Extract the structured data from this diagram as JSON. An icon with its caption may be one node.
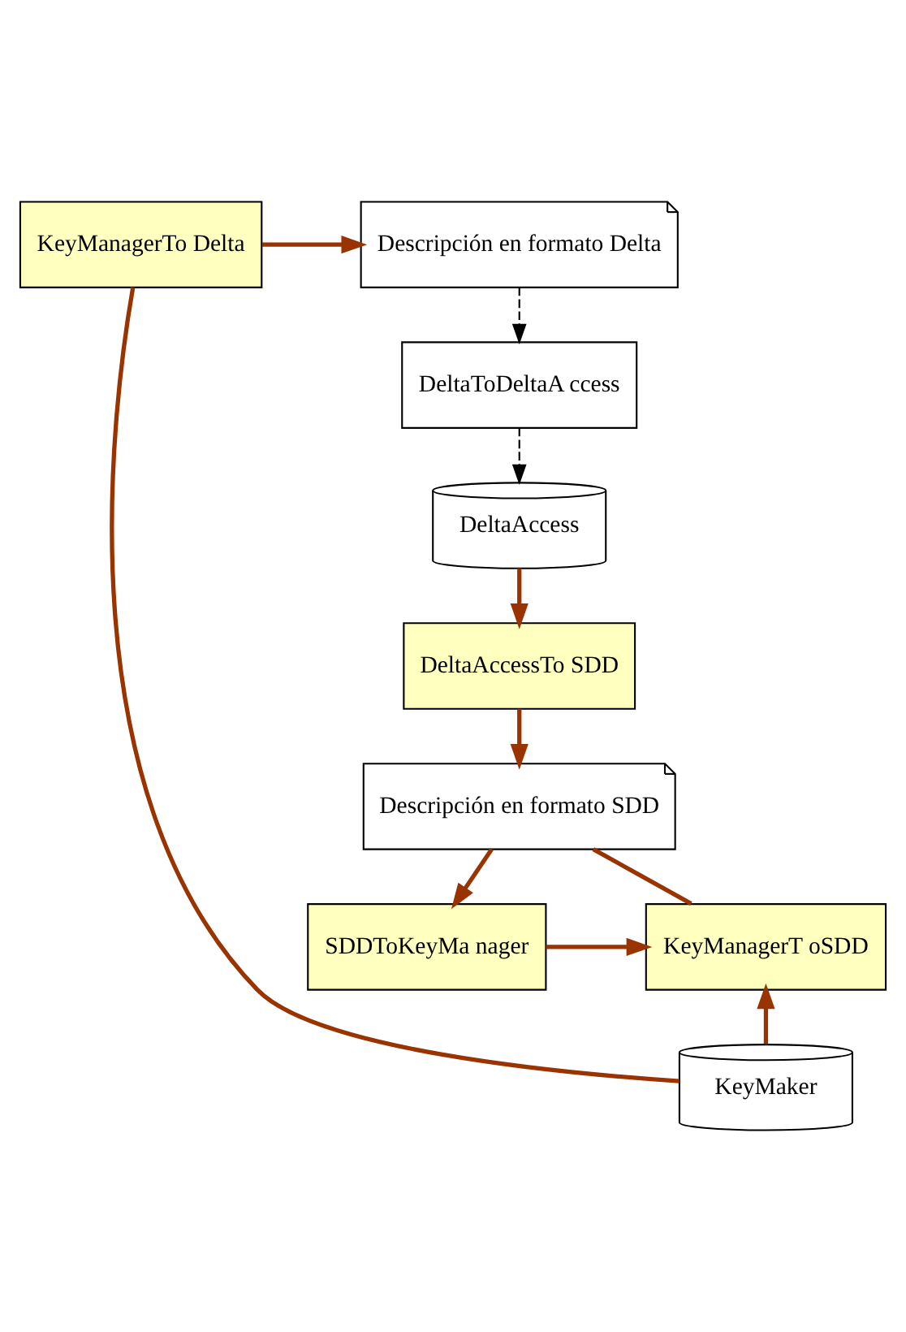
{
  "diagram": {
    "nodes": [
      {
        "text": [
          "KeyManagerTo Delta"
        ]
      },
      {
        "text": [
          "Descripción en formato Delta"
        ]
      },
      {
        "text": [
          "DeltaToDeltaA ccess"
        ]
      },
      {
        "text": [
          "DeltaAccess"
        ]
      },
      {
        "text": [
          "DeltaAccessTo SDD"
        ]
      },
      {
        "text": [
          "Descripción en formato SDD"
        ]
      },
      {
        "text": [
          "SDDToKeyMa nager"
        ]
      },
      {
        "text": [
          "KeyManagerT oSDD"
        ]
      },
      {
        "text": [
          "KeyMaker"
        ]
      }
    ],
    "edges": [
      {
        "from": 0,
        "to": 1,
        "arrow": "to"
      },
      {
        "from": 1,
        "to": 2,
        "arrow": "to",
        "style": "dashed",
        "color": "#000000"
      },
      {
        "from": 2,
        "to": 3,
        "arrow": "to",
        "style": "dashed",
        "color": "#000000"
      },
      {
        "from": 3,
        "to": 4,
        "arrow": "to"
      },
      {
        "from": 4,
        "to": 5,
        "arrow": "to"
      },
      {
        "from": 5,
        "to": 6,
        "arrow": "to"
      },
      {
        "from": 5,
        "to": 7,
        "arrow": "none"
      },
      {
        "from": 6,
        "to": 7,
        "arrow": "to"
      },
      {
        "from": 8,
        "to": 7,
        "arrow": "to"
      },
      {
        "from": 0,
        "to": 8,
        "arrow": "none"
      }
    ]
  }
}
